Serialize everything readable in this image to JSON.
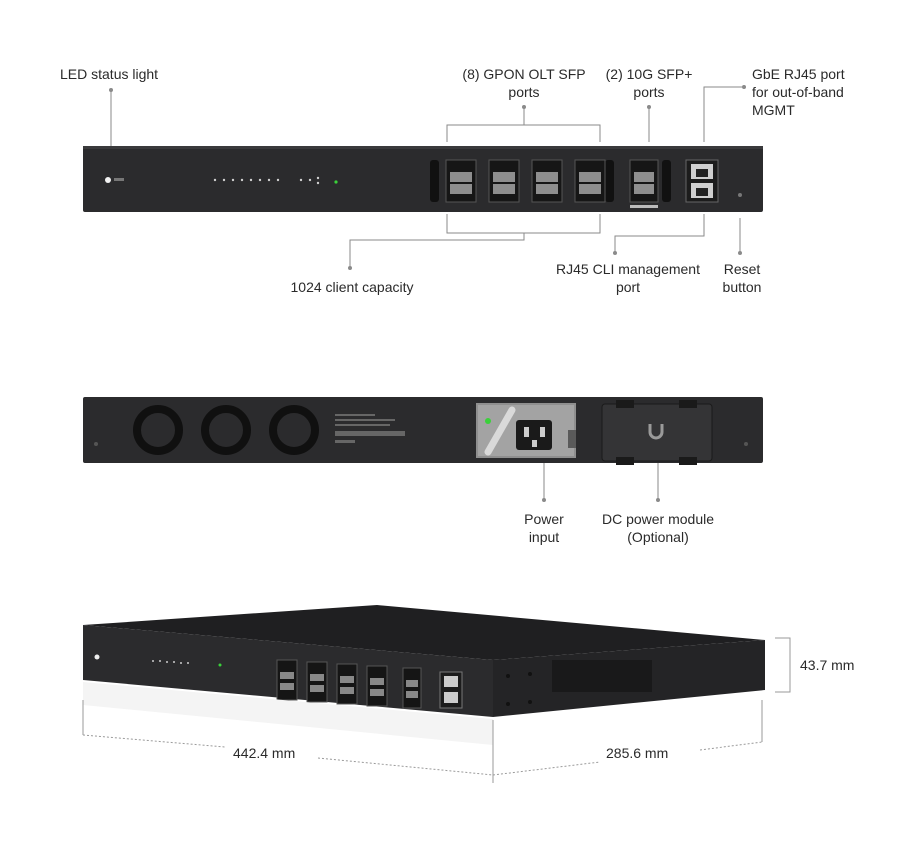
{
  "front_labels": {
    "led": "LED status light",
    "gpon_line1": "(8) GPON OLT SFP",
    "gpon_line2": "ports",
    "sfp10_line1": "(2) 10G SFP+",
    "sfp10_line2": "ports",
    "mgmt_line1": "GbE RJ45 port",
    "mgmt_line2": "for out-of-band",
    "mgmt_line3": "MGMT",
    "capacity": "1024 client capacity",
    "cli_line1": "RJ45 CLI management",
    "cli_line2": "port",
    "reset_line1": "Reset",
    "reset_line2": "button"
  },
  "rear_labels": {
    "power_line1": "Power",
    "power_line2": "input",
    "dc_line1": "DC power module",
    "dc_line2": "(Optional)"
  },
  "dimensions": {
    "height": "43.7 mm",
    "width": "442.4 mm",
    "depth": "285.6 mm"
  },
  "colors": {
    "chassis": "#2b2b2d",
    "leader": "#8a8a8a",
    "led_green": "#3ad13a"
  }
}
